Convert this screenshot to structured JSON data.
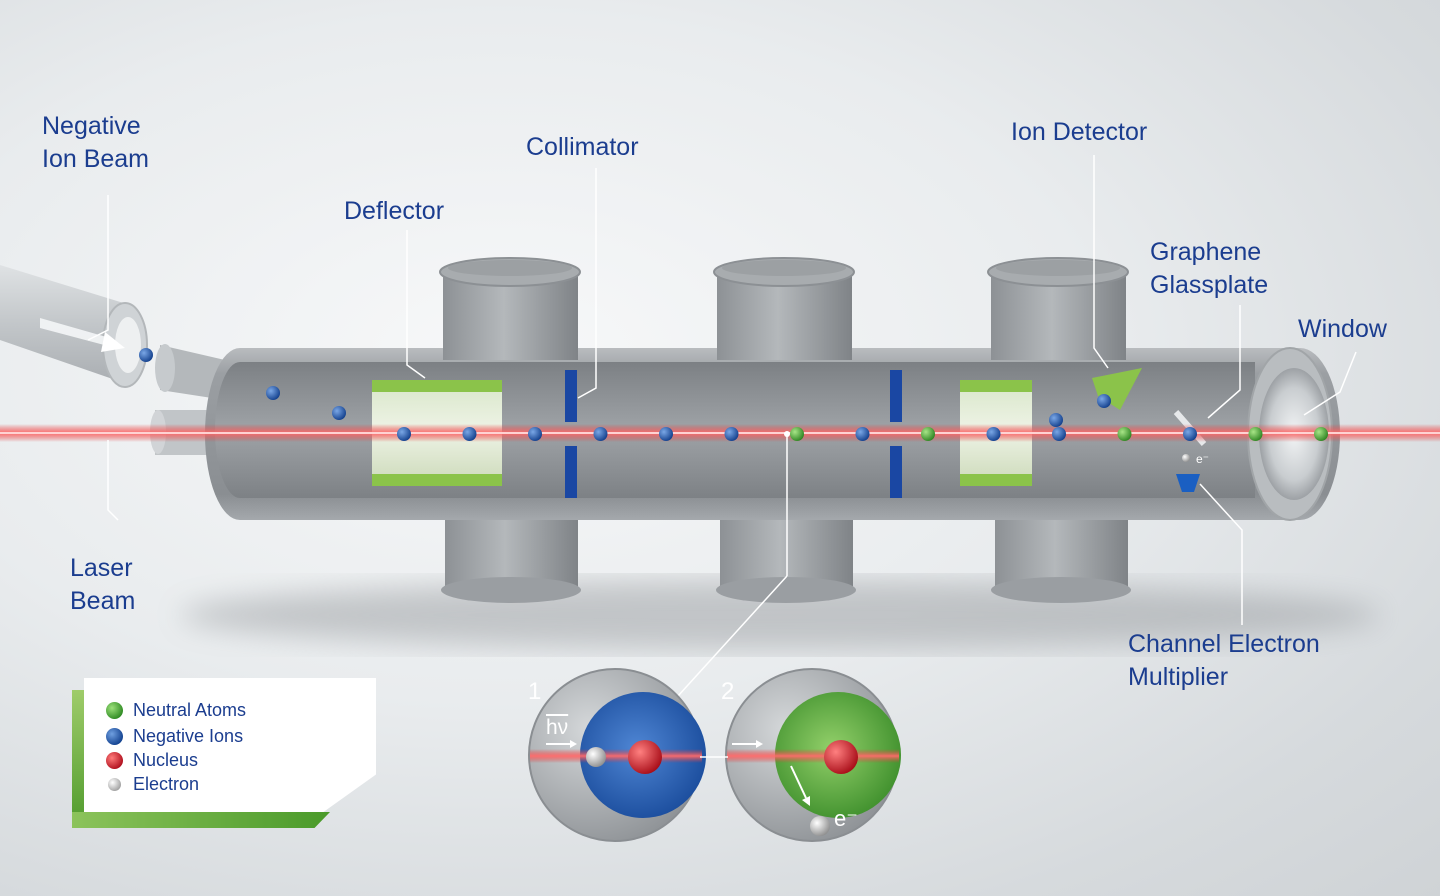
{
  "labels": {
    "negative_ion_beam": [
      "Negative",
      "Ion Beam"
    ],
    "collimator": "Collimator",
    "ion_detector": "Ion Detector",
    "deflector": "Deflector",
    "graphene_glassplate": [
      "Graphene",
      "Glassplate"
    ],
    "window": "Window",
    "laser_beam": [
      "Laser",
      "Beam"
    ],
    "channel_electron_multiplier": [
      "Channel Electron",
      "Multiplier"
    ]
  },
  "legend": {
    "items": [
      {
        "label": "Neutral Atoms",
        "kind": "green"
      },
      {
        "label": "Negative Ions",
        "kind": "blue"
      },
      {
        "label": "Nucleus",
        "kind": "red"
      },
      {
        "label": "Electron",
        "kind": "white"
      }
    ]
  },
  "insets": {
    "step1_number": "1",
    "step2_number": "2",
    "photon_label": "hν",
    "electron_label": "e⁻",
    "small_electron_label": "e⁻"
  },
  "beam_particles": [
    "blue",
    "blue",
    "blue",
    "blue",
    "blue",
    "blue",
    "green",
    "blue",
    "green",
    "blue",
    "blue",
    "green",
    "blue",
    "green",
    "green"
  ],
  "colors": {
    "label_blue": "#1b3d8f",
    "neutral_green": "#3d9a2e",
    "ion_blue": "#1d4fa0",
    "nucleus_red": "#c8141e",
    "laser_red": "#e03a3a",
    "deflector_green": "#8bc34a",
    "collimator_blue": "#1a47a3"
  }
}
